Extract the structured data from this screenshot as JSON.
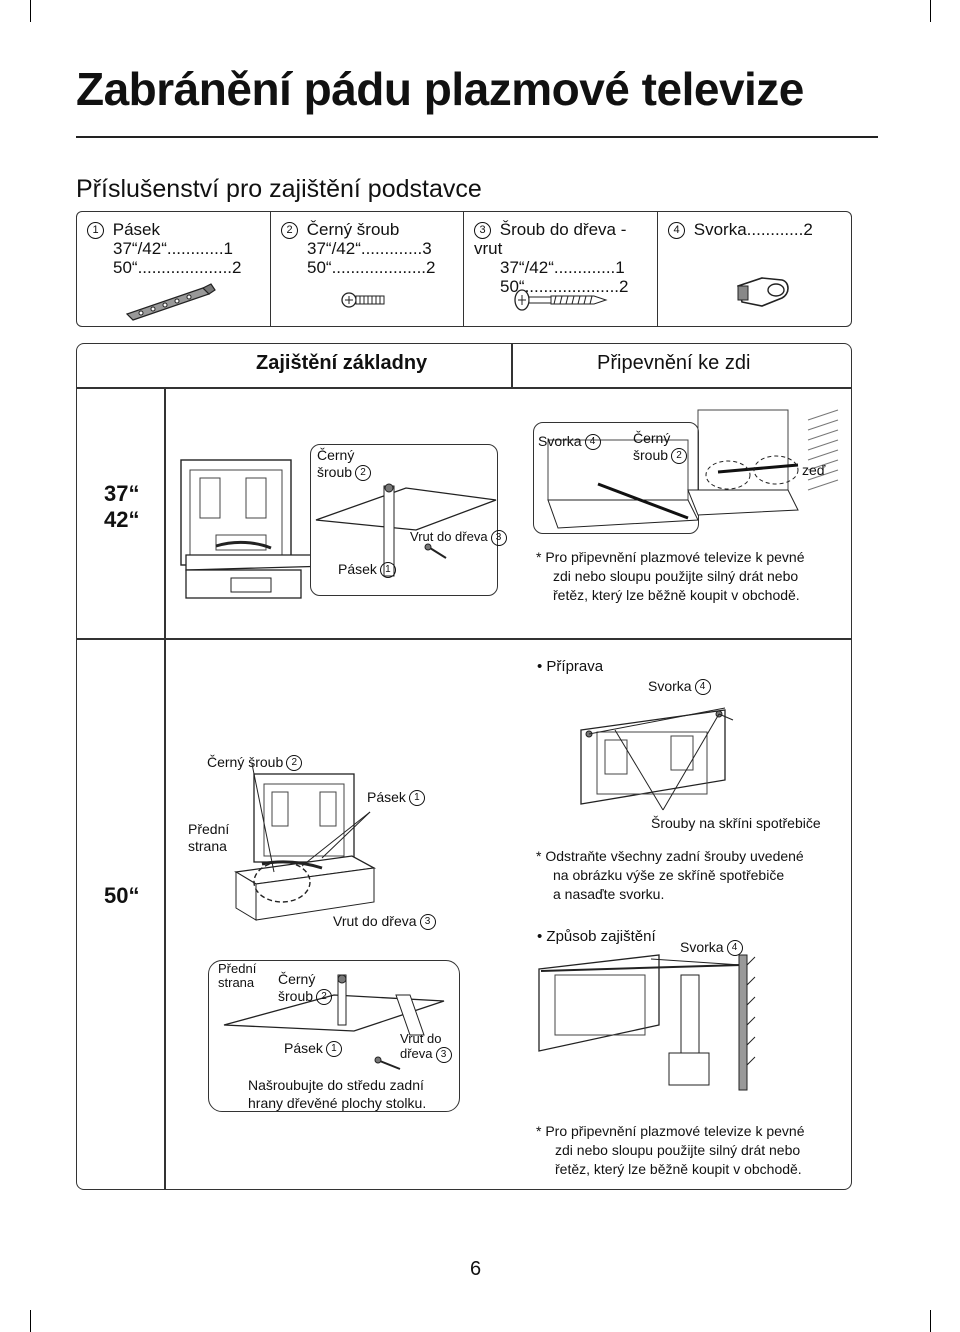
{
  "page": {
    "title": "Zabránění pádu plazmové televize",
    "subtitle": "Příslušenství pro zajištění podstavce",
    "page_number": "6"
  },
  "accessories": [
    {
      "num": "1",
      "name": "Pásek",
      "line2": "37“/42“............1",
      "line3": "50“....................2",
      "icon": "strap-icon"
    },
    {
      "num": "2",
      "name": "Černý šroub",
      "line2": "37“/42“.............3",
      "line3": "50“....................2",
      "icon": "black-screw-icon"
    },
    {
      "num": "3",
      "name": "Šroub do dřeva - vrut",
      "line2": "37“/42“.............1",
      "line3": "50“....................2",
      "icon": "wood-screw-icon"
    },
    {
      "num": "4",
      "name": "Svorka............2",
      "line2": "",
      "line3": "",
      "icon": "clamp-icon"
    }
  ],
  "table": {
    "header_left": "Zajištění základny",
    "header_right": "Připevnění ke zdi",
    "row1_size_a": "37“",
    "row1_size_b": "42“",
    "row2_size": "50“"
  },
  "labels": {
    "cerny": "Černý",
    "sroub": "šroub",
    "cerny_sroub": "Černý šroub",
    "pasek": "Pásek",
    "vrut_do_dreva": "Vrut do dřeva",
    "vrut_do": "Vrut do",
    "dreva": "dřeva",
    "svorka": "Svorka",
    "zed": "zeď",
    "predni": "Přední",
    "strana": "strana",
    "priprava": "• Příprava",
    "zpusob": "• Způsob zajištění",
    "srouby_skrin": "Šrouby na skříni spotřebiče",
    "nasroubujte_1": "Našroubujte do středu zadní",
    "nasroubujte_2": "hrany dřevěné plochy stolku.",
    "n1": "1",
    "n2": "2",
    "n3": "3",
    "n4": "4"
  },
  "notes": {
    "wall_note_1": "*  Pro připevnění plazmové televize k pevné",
    "wall_note_2": "zdi nebo sloupu použijte silný drát nebo",
    "wall_note_3": "řetěz, který lze běžně koupit v obchodě.",
    "remove_1": "*  Odstraňte všechny zadní šrouby uvedené",
    "remove_2": "na obrázku výše ze skříně spotřebiče",
    "remove_3": "a nasaďte svorku.",
    "wall2_1": "*    Pro připevnění plazmové televize k pevné",
    "wall2_2": "zdi nebo sloupu použijte silný drát nebo",
    "wall2_3": "řetěz, který lze běžně koupit v obchodě."
  }
}
